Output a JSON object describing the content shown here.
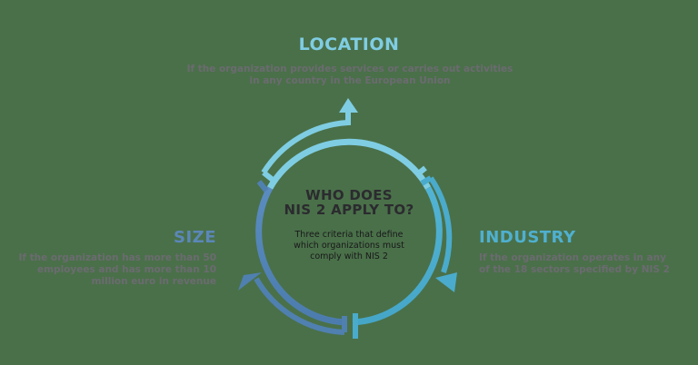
{
  "diagram": {
    "center": {
      "title_line1": "WHO DOES",
      "title_line2": "NIS 2 APPLY TO?",
      "subtitle_line1": "Three criteria that define",
      "subtitle_line2": "which organizations must",
      "subtitle_line3": "comply with NIS 2"
    },
    "criteria": [
      {
        "title": "LOCATION",
        "description": "If the organization provides services or carries out activities in any country in the European Union",
        "color": "#7fcde3",
        "position": "top"
      },
      {
        "title": "INDUSTRY",
        "description": "If the organization operates in any of the 18 sectors specified by NIS 2",
        "color": "#4fb0d0",
        "position": "right"
      },
      {
        "title": "SIZE",
        "description": "If the organization has more than 50 employees and has more than 10 million euro in revenue",
        "color": "#5b87b8",
        "position": "left"
      }
    ],
    "colors": {
      "background": "#4a7049",
      "arrow_top": "#7fcde3",
      "arrow_right": "#4aabcc",
      "arrow_left": "#4f80b0",
      "description_text": "#6b6b70",
      "center_text": "#2b2b2f"
    }
  }
}
